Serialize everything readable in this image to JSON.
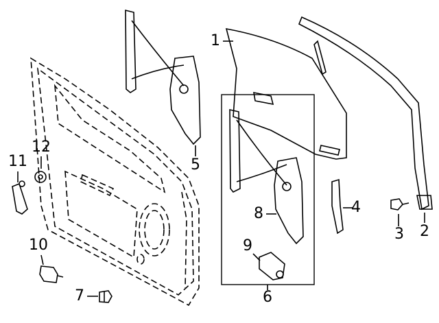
{
  "diagram": {
    "callouts": [
      {
        "id": "1",
        "part": "glass"
      },
      {
        "id": "2",
        "part": "run-channel-fastener"
      },
      {
        "id": "3",
        "part": "bolt"
      },
      {
        "id": "4",
        "part": "run-channel"
      },
      {
        "id": "5",
        "part": "window-regulator"
      },
      {
        "id": "6",
        "part": "regulator-assembly-group"
      },
      {
        "id": "7",
        "part": "bolt"
      },
      {
        "id": "8",
        "part": "regulator"
      },
      {
        "id": "9",
        "part": "motor"
      },
      {
        "id": "10",
        "part": "switch"
      },
      {
        "id": "11",
        "part": "handle"
      },
      {
        "id": "12",
        "part": "washer"
      }
    ]
  }
}
